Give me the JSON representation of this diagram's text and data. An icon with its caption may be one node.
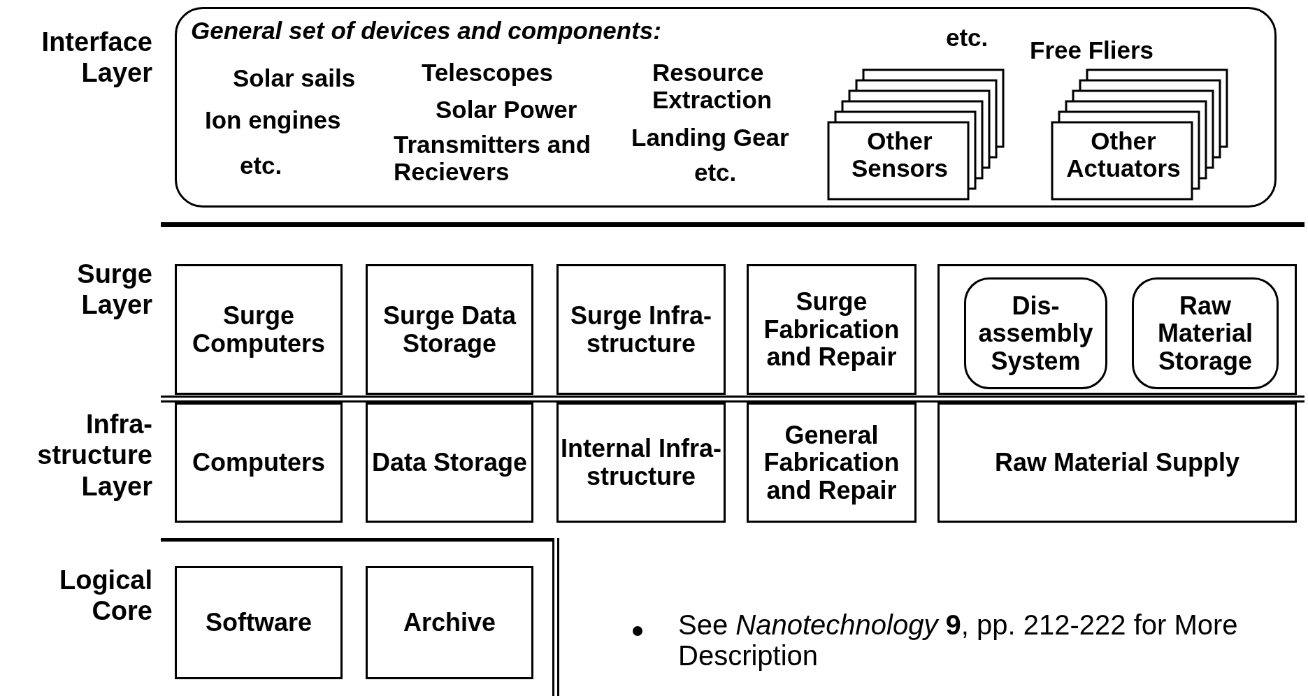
{
  "diagram": {
    "nodes": [
      {
        "text": [
          "General set of devices and components:",
          "Solar sails",
          "Ion engines",
          "etc.",
          "Telescopes",
          "Solar Power",
          "Transmitters and Recievers",
          "Resource Extraction",
          "Landing Gear",
          "etc.",
          "etc.",
          "Free Fliers"
        ]
      },
      {
        "text": [
          "Other Sensors"
        ],
        "in": 0
      },
      {
        "text": [
          "Other Actuators"
        ],
        "in": 0
      },
      {
        "text": [
          "Surge Computers"
        ]
      },
      {
        "text": [
          "Surge Data Storage"
        ]
      },
      {
        "text": [
          "Surge Infra- structure"
        ]
      },
      {
        "text": [
          "Surge Fabrication and Repair"
        ]
      },
      {
        "text": [],
        "shape": "box"
      },
      {
        "text": [
          "Dis- assembly System"
        ],
        "in": 7
      },
      {
        "text": [
          "Raw Material Storage"
        ],
        "in": 7
      },
      {
        "text": [
          "Computers"
        ]
      },
      {
        "text": [
          "Data Storage"
        ]
      },
      {
        "text": [
          "Internal Infra- structure"
        ]
      },
      {
        "text": [
          "General Fabrication and Repair"
        ]
      },
      {
        "text": [
          "Raw Material Supply"
        ]
      },
      {
        "text": [
          "Software"
        ]
      },
      {
        "text": [
          "Archive"
        ]
      }
    ],
    "labels": [
      "Interface Layer",
      "Surge Layer",
      "Infra- structure Layer",
      "Logical Core",
      "See *Nanotechnology* **9**, pp. 212-222 for More Description"
    ]
  }
}
